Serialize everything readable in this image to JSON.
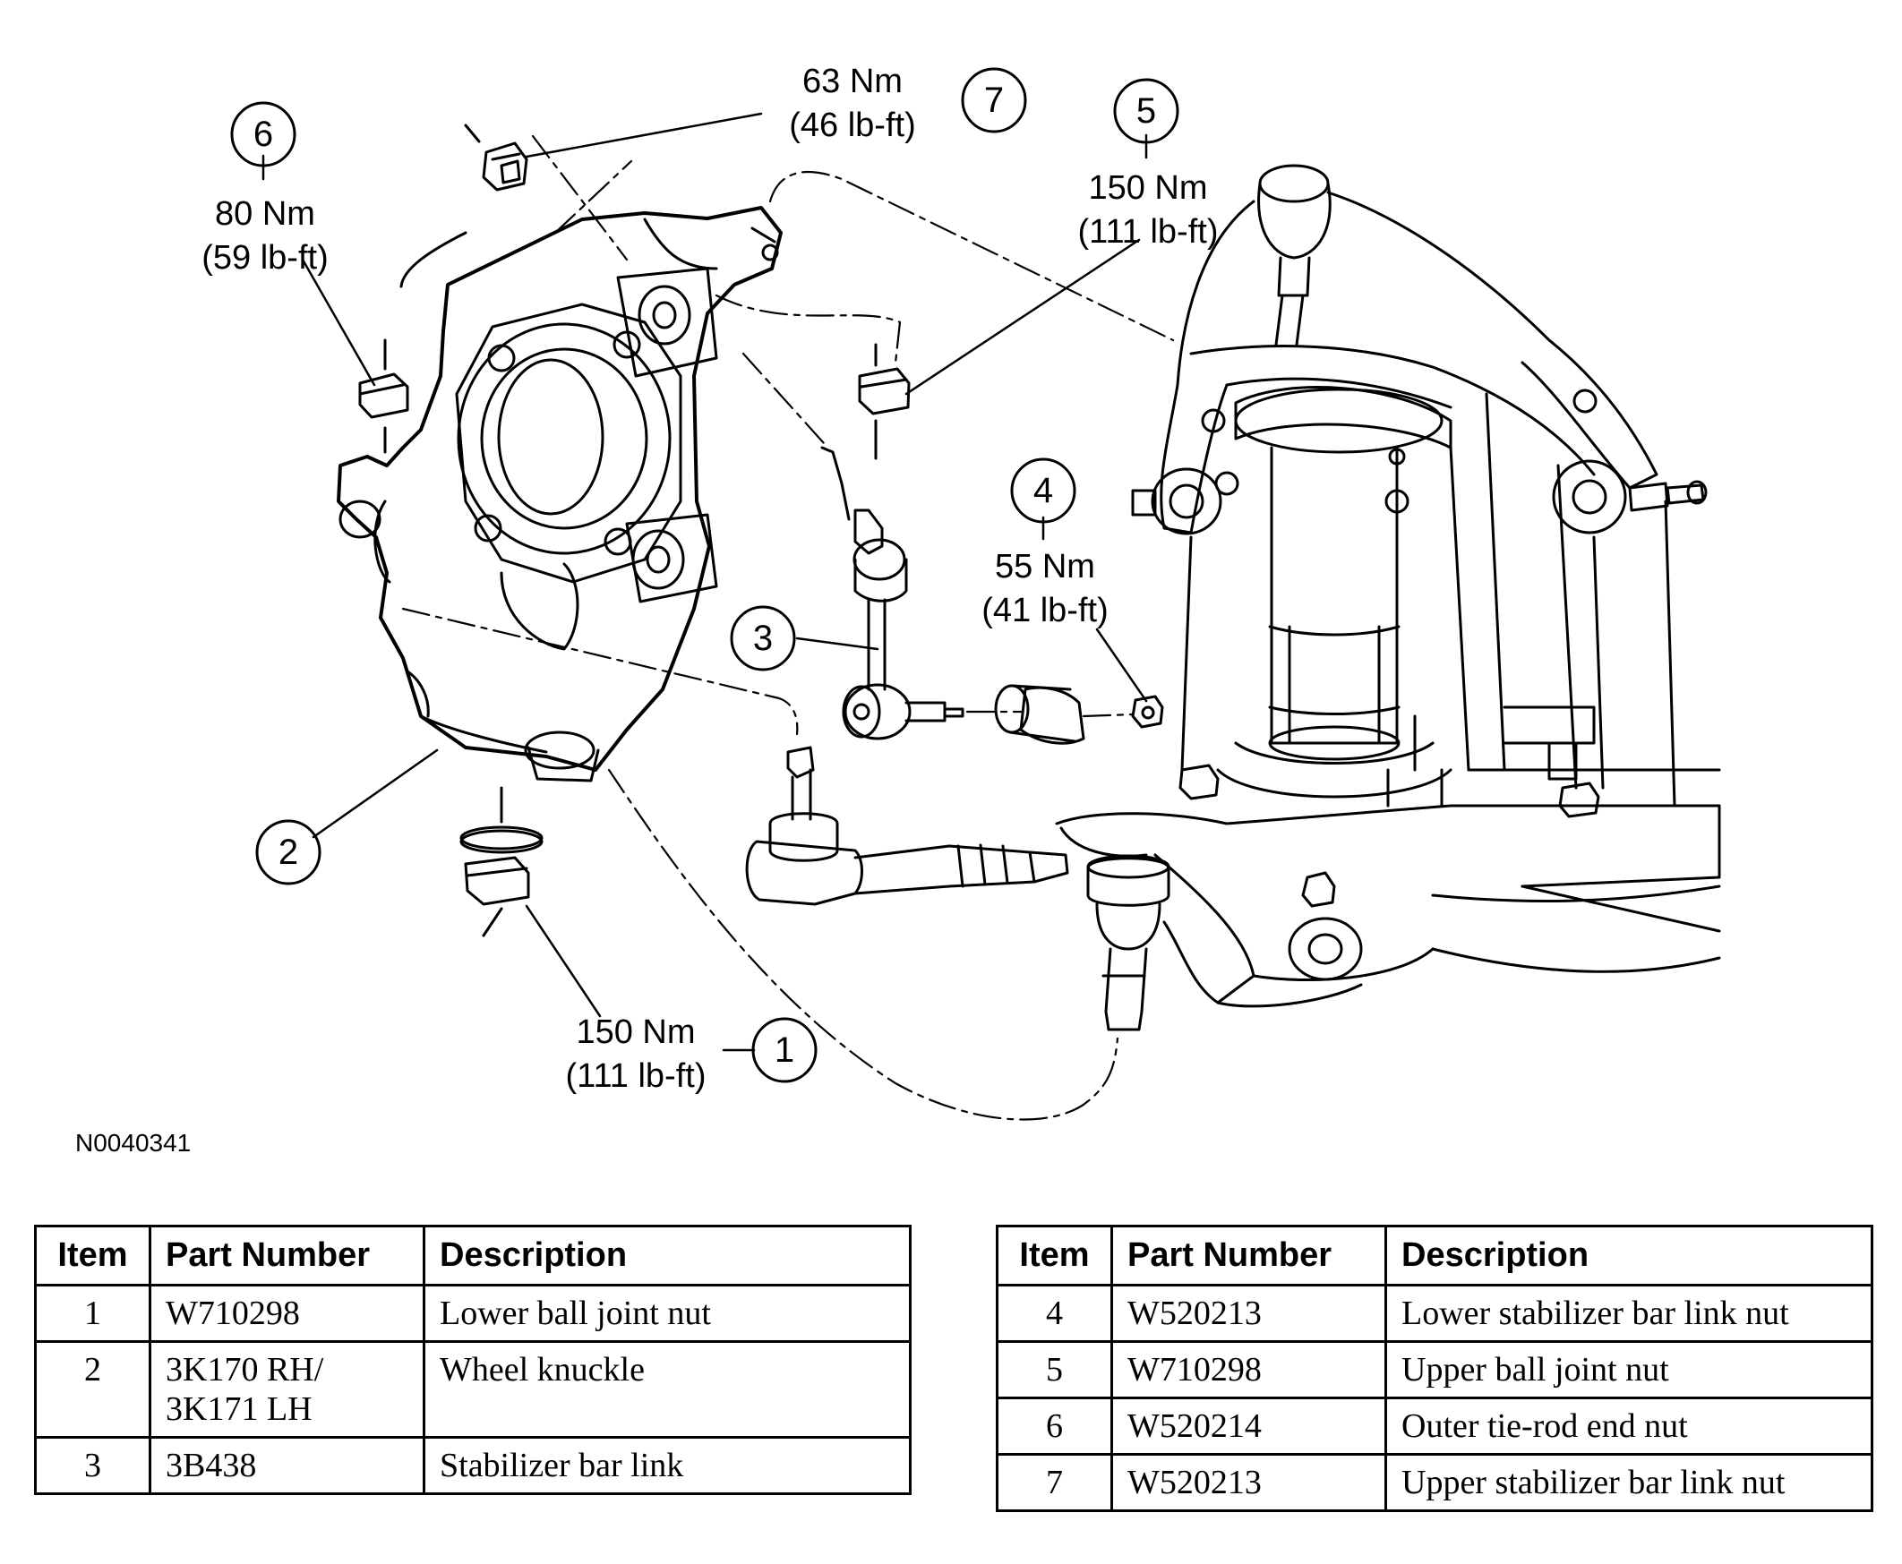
{
  "figure_id": "N0040341",
  "callouts": [
    {
      "num": "1",
      "torque_nm": "150 Nm",
      "torque_lbft": "(111 lb-ft)"
    },
    {
      "num": "2"
    },
    {
      "num": "3"
    },
    {
      "num": "4",
      "torque_nm": "55 Nm",
      "torque_lbft": "(41 lb-ft)"
    },
    {
      "num": "5",
      "torque_nm": "150 Nm",
      "torque_lbft": "(111 lb-ft)"
    },
    {
      "num": "6",
      "torque_nm": "80 Nm",
      "torque_lbft": "(59 lb-ft)"
    },
    {
      "num": "7",
      "torque_nm": "63 Nm",
      "torque_lbft": "(46 lb-ft)"
    }
  ],
  "table_headers": {
    "item": "Item",
    "part_number": "Part Number",
    "description": "Description"
  },
  "parts_left": [
    {
      "item": "1",
      "part_number": [
        "W710298"
      ],
      "description": "Lower ball joint nut"
    },
    {
      "item": "2",
      "part_number": [
        "3K170 RH/",
        "3K171 LH"
      ],
      "description": "Wheel knuckle"
    },
    {
      "item": "3",
      "part_number": [
        "3B438"
      ],
      "description": "Stabilizer bar link"
    }
  ],
  "parts_right": [
    {
      "item": "4",
      "part_number": [
        "W520213"
      ],
      "description": "Lower stabilizer bar link nut"
    },
    {
      "item": "5",
      "part_number": [
        "W710298"
      ],
      "description": "Upper ball joint nut"
    },
    {
      "item": "6",
      "part_number": [
        "W520214"
      ],
      "description": "Outer tie-rod end nut"
    },
    {
      "item": "7",
      "part_number": [
        "W520213"
      ],
      "description": "Upper stabilizer bar link nut"
    }
  ]
}
